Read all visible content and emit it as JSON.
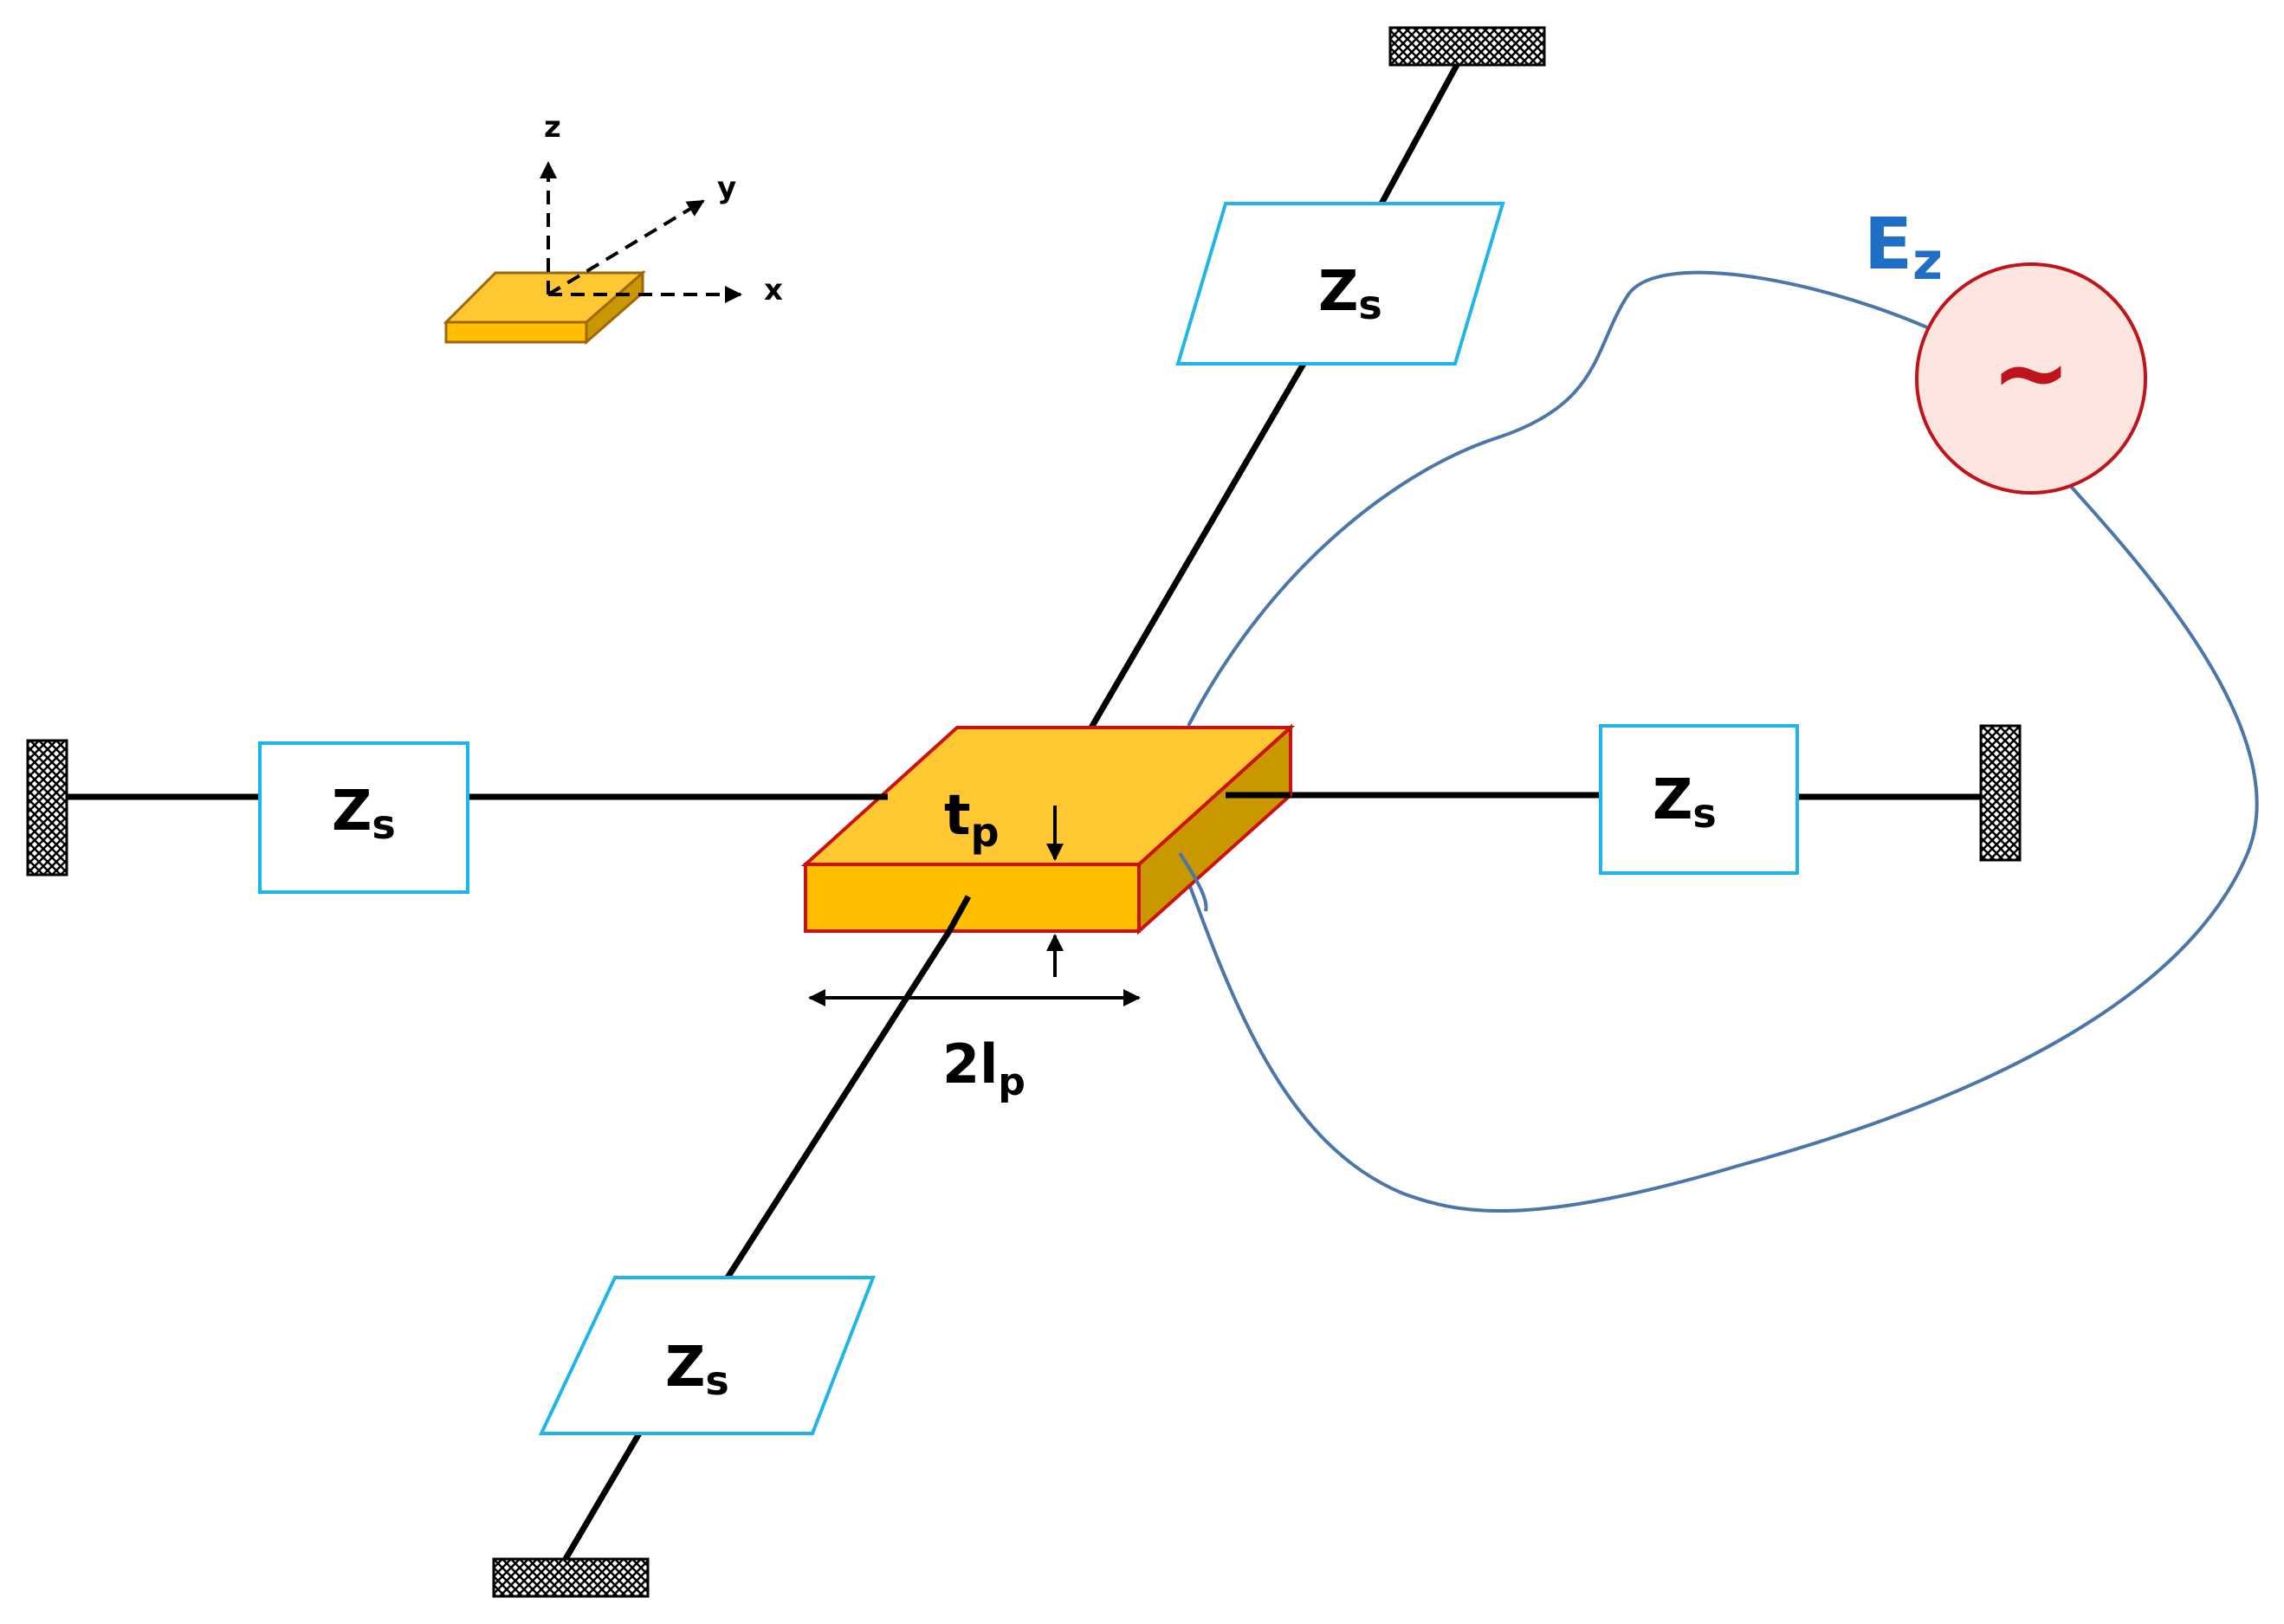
{
  "labels": {
    "z_axis": "z",
    "y_axis": "y",
    "x_axis": "x",
    "thickness": "t",
    "thickness_sub": "p",
    "length_prefix": "2",
    "length_symbol": "l",
    "length_sub": "p",
    "field_symbol": "E",
    "field_sub": "z",
    "source_symbol": "~"
  },
  "impedances": [
    {
      "id": "top",
      "symbol": "Z",
      "sub": "s"
    },
    {
      "id": "left",
      "symbol": "Z",
      "sub": "s"
    },
    {
      "id": "right",
      "symbol": "Z",
      "sub": "s"
    },
    {
      "id": "bottom",
      "symbol": "Z",
      "sub": "s"
    }
  ],
  "colors": {
    "plate_top": "#ffc732",
    "plate_front": "#ffbe00",
    "plate_side": "#c99700",
    "plate_edge": "#cc1111",
    "impedance_border": "#1fb5ea",
    "field_loop": "#4a76a8",
    "field_label": "#1f6fc6",
    "source_fill": "#fbe5de",
    "source_border": "#c0141c",
    "source_symbol": "#c0141c"
  }
}
